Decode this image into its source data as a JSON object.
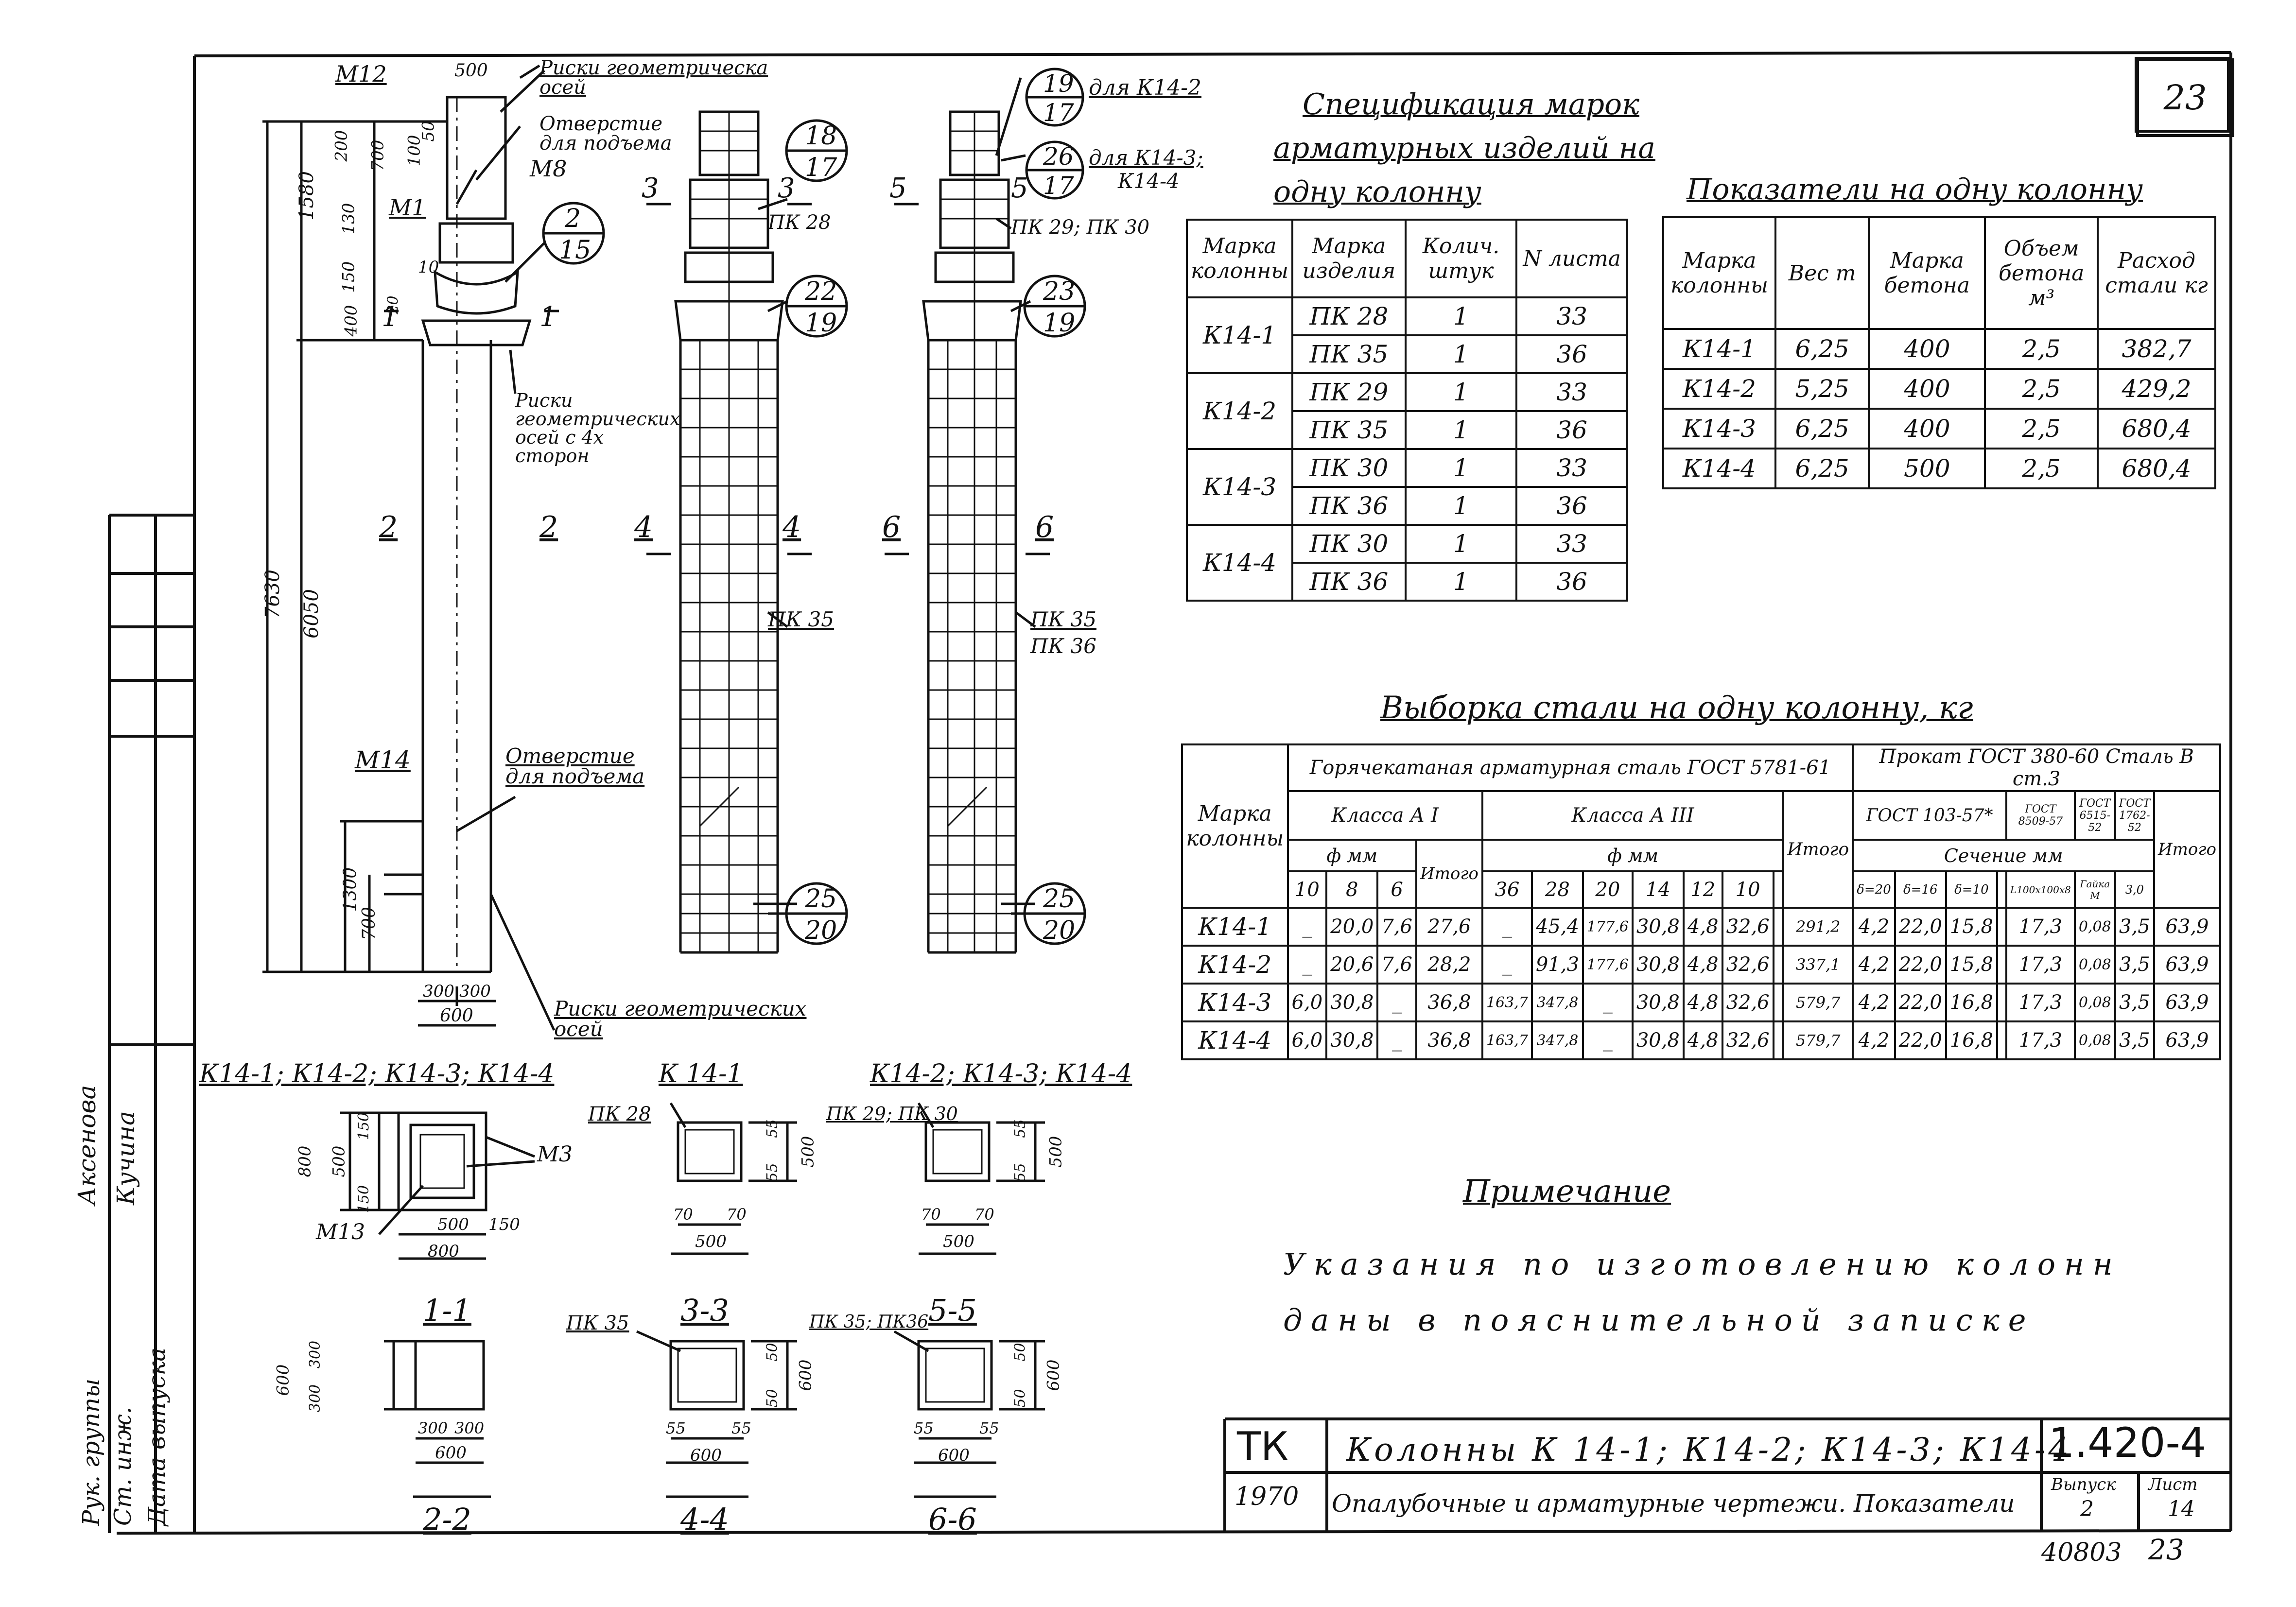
{
  "sheet_number": "23",
  "stamp": {
    "archive_no": "40803",
    "page": "23"
  },
  "left_strip": {
    "entries": [
      "Аксенова",
      "Кучина",
      "Рук. группы",
      "Ст. инж.",
      "Дата выпуска"
    ]
  },
  "elevations": {
    "column": {
      "labels": {
        "m12": "M12",
        "m8": "M8",
        "m1": "M1",
        "m14": "M14",
        "riski_top": "Риски геометрическа осей",
        "otverstie_top": "Отверстие для подъема",
        "riski_mid": "Риски геометрических осей с 4х сторон",
        "otverstie_bottom": "Отверстие для подъема",
        "riski_bottom": "Риски геометрических осей",
        "dim_500": "500",
        "dim_200": "200",
        "dim_700": "700",
        "dim_100": "100",
        "dim_50": "50",
        "dim_130": "130",
        "dim_150": "150",
        "dim_400": "400",
        "dim_10": "10",
        "dim_20": "20",
        "dim_1580": "1580",
        "dim_6050": "6050",
        "dim_7630": "7630",
        "dim_1300": "1300",
        "dim_700b": "700",
        "dim_300a": "300",
        "dim_300b": "300",
        "dim_600": "600",
        "sec_1": "1",
        "sec_2": "2",
        "sec_2b": "2",
        "callout_2": "2",
        "callout_15": "15"
      }
    },
    "cage_a": {
      "sec_3": "3",
      "sec_3b": "3",
      "sec_4": "4",
      "sec_4b": "4",
      "pk28": "ПК 28",
      "pk35": "ПК 35",
      "c1_top": "18",
      "c1_bot": "17",
      "c2_top": "22",
      "c2_bot": "19",
      "c3_top": "25",
      "c3_bot": "20"
    },
    "cage_b": {
      "sec_5": "5",
      "sec_5b": "5",
      "sec_6": "6",
      "sec_6b": "6",
      "pk29_30": "ПК 29; ПК 30",
      "pk35_36_a": "ПК 35",
      "pk35_36_b": "ПК 36",
      "c1_top": "19",
      "c1_bot": "17",
      "c1_note": "для К14-2",
      "c2_top": "26",
      "c2_bot": "17",
      "c2_note_a": "для К14-3;",
      "c2_note_b": "К14-4",
      "c3_top": "23",
      "c3_bot": "19",
      "c4_top": "25",
      "c4_bot": "20"
    }
  },
  "plan_views": {
    "v1_title": "К14-1; К14-2; К14-3; К14-4",
    "v2_title": "К 14-1",
    "v3_title": "К14-2; К14-3; К14-4",
    "v1": {
      "m3": "M3",
      "m13": "M13",
      "d800": "800",
      "d500": "500",
      "d150a": "150",
      "d150b": "150",
      "d500b": "500",
      "d150c": "150",
      "d800b": "800"
    },
    "v2": {
      "pk": "ПК 28",
      "d55a": "55",
      "d55b": "55",
      "d500": "500",
      "d70a": "70",
      "d70b": "70",
      "d500b": "500"
    },
    "v3": {
      "pk": "ПК 29; ПК 30",
      "d55a": "55",
      "d55b": "55",
      "d500": "500",
      "d70a": "70",
      "d70b": "70",
      "d500b": "500"
    }
  },
  "sections": {
    "s11": {
      "title": "1-1",
      "d600": "600",
      "d300a": "300",
      "d300b": "300",
      "d300c": "300",
      "d300d": "300",
      "d600b": "600"
    },
    "s22": {
      "title": "2-2"
    },
    "s33": {
      "title": "3-3",
      "pk": "ПК 35",
      "d50a": "50",
      "d50b": "50",
      "d600": "600",
      "d55a": "55",
      "d55b": "55",
      "d600b": "600"
    },
    "s44": {
      "title": "4-4"
    },
    "s55": {
      "title": "5-5",
      "pk": "ПК 35; ПК36",
      "d50a": "50",
      "d50b": "50",
      "d600": "600",
      "d55a": "55",
      "d55b": "55",
      "d600b": "600"
    },
    "s66": {
      "title": "6-6"
    }
  },
  "spec_table": {
    "title_l1": "Спецификация марок",
    "title_l2": "арматурных изделий на",
    "title_l3": "одну колонну",
    "headers": [
      "Марка колонны",
      "Марка изделия",
      "Колич. штук",
      "N листа"
    ],
    "rows": [
      {
        "col": "К14-1",
        "items": [
          [
            "ПК 28",
            "1",
            "33"
          ],
          [
            "ПК 35",
            "1",
            "36"
          ]
        ]
      },
      {
        "col": "К14-2",
        "items": [
          [
            "ПК 29",
            "1",
            "33"
          ],
          [
            "ПК 35",
            "1",
            "36"
          ]
        ]
      },
      {
        "col": "К14-3",
        "items": [
          [
            "ПК 30",
            "1",
            "33"
          ],
          [
            "ПК 36",
            "1",
            "36"
          ]
        ]
      },
      {
        "col": "К14-4",
        "items": [
          [
            "ПК 30",
            "1",
            "33"
          ],
          [
            "ПК 36",
            "1",
            "36"
          ]
        ]
      }
    ]
  },
  "indicators_table": {
    "title": "Показатели на одну колонну",
    "headers": [
      "Марка колонны",
      "Вес т",
      "Марка бетона",
      "Объем бетона м³",
      "Расход стали кг"
    ],
    "rows": [
      [
        "К14-1",
        "6,25",
        "400",
        "2,5",
        "382,7"
      ],
      [
        "К14-2",
        "5,25",
        "400",
        "2,5",
        "429,2"
      ],
      [
        "К14-3",
        "6,25",
        "400",
        "2,5",
        "680,4"
      ],
      [
        "К14-4",
        "6,25",
        "500",
        "2,5",
        "680,4"
      ]
    ]
  },
  "steel_table": {
    "title": "Выборка стали на одну колонну, кг",
    "h_col": "Марка колонны",
    "h_hot": "Горячекатаная арматурная сталь ГОСТ 5781-61",
    "h_rolled": "Прокат ГОСТ 380-60 Сталь В ст.3",
    "h_a1": "Класса А I",
    "h_a3": "Класса А III",
    "h_phi": "ф мм",
    "h_phi2": "ф мм",
    "h_itogo": "Итого",
    "h_itogo2": "Итого",
    "h_gost103": "ГОСТ 103-57*",
    "h_g8509": "ГОСТ 8509-57",
    "h_g6515": "ГОСТ 6515-52",
    "h_g1762": "ГОСТ 1762-52",
    "h_sech": "Сечение мм",
    "h_itogo3": "Итого",
    "a1_d": [
      "10",
      "8",
      "6"
    ],
    "a3_d": [
      "36",
      "28",
      "20",
      "14",
      "12",
      "10"
    ],
    "gost_d": [
      "δ=20",
      "δ=16",
      "δ=10"
    ],
    "misc_d": [
      "L100x100x8",
      "Гайка М",
      "3,0"
    ],
    "rows": [
      [
        "К14-1",
        "_",
        "20,0",
        "7,6",
        "27,6",
        "_",
        "45,4",
        "177,6",
        "30,8",
        "4,8",
        "32,6",
        "",
        "291,2",
        "4,2",
        "22,0",
        "15,8",
        "",
        "17,3",
        "0,08",
        "3,5",
        "63,9"
      ],
      [
        "К14-2",
        "_",
        "20,6",
        "7,6",
        "28,2",
        "_",
        "91,3",
        "177,6",
        "30,8",
        "4,8",
        "32,6",
        "",
        "337,1",
        "4,2",
        "22,0",
        "15,8",
        "",
        "17,3",
        "0,08",
        "3,5",
        "63,9"
      ],
      [
        "К14-3",
        "6,0",
        "30,8",
        "_",
        "36,8",
        "163,7",
        "347,8",
        "_",
        "30,8",
        "4,8",
        "32,6",
        "",
        "579,7",
        "4,2",
        "22,0",
        "16,8",
        "",
        "17,3",
        "0,08",
        "3,5",
        "63,9"
      ],
      [
        "К14-4",
        "6,0",
        "30,8",
        "_",
        "36,8",
        "163,7",
        "347,8",
        "_",
        "30,8",
        "4,8",
        "32,6",
        "",
        "579,7",
        "4,2",
        "22,0",
        "16,8",
        "",
        "17,3",
        "0,08",
        "3,5",
        "63,9"
      ]
    ]
  },
  "note": {
    "title": "Примечание",
    "line1": "Указания по изготовлению колонн",
    "line2": "даны в пояснительной записке"
  },
  "title_block": {
    "org": "ТК",
    "year": "1970",
    "name": "Колонны К 14-1; К14-2; К14-3; К14-4",
    "subtitle": "Опалубочные и арматурные чертежи. Показатели",
    "series": "1.420-4",
    "issue_label": "Выпуск",
    "issue": "2",
    "sheet_label": "Лист",
    "sheet": "14"
  }
}
